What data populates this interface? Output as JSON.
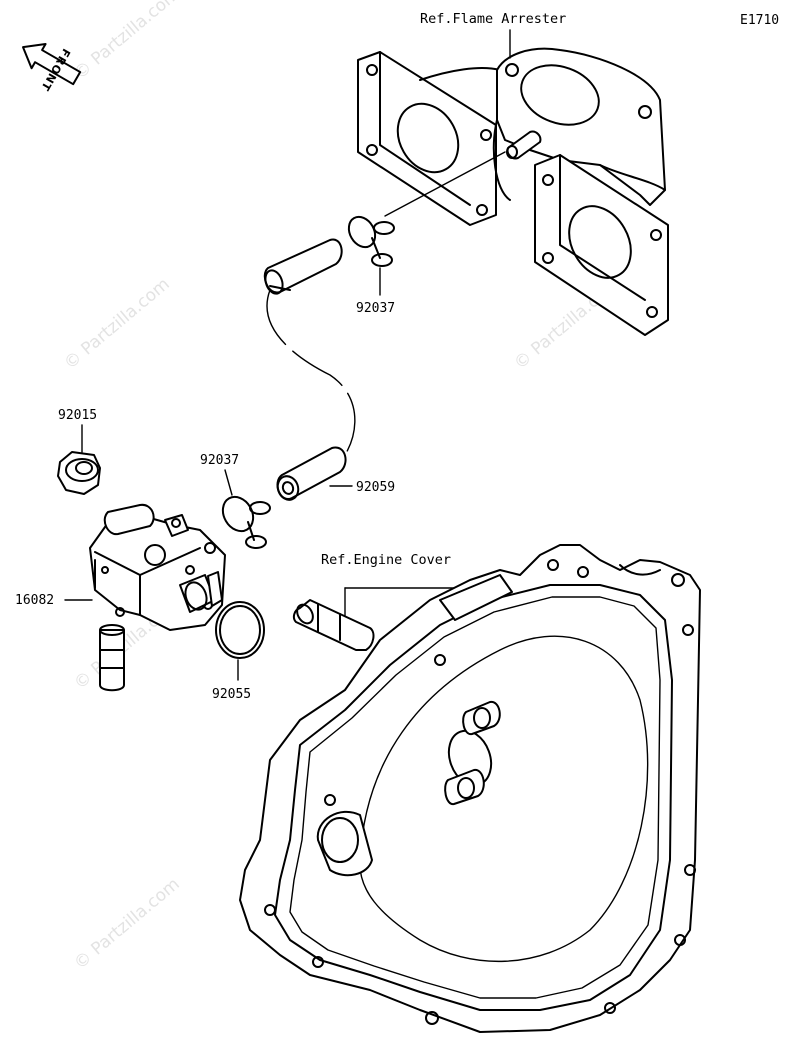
{
  "diagram_code": "E1710",
  "front_label": "FRONT",
  "watermark": "© Partzilla.com",
  "references": {
    "flame_arrester": "Ref.Flame Arrester",
    "engine_cover": "Ref.Engine Cover"
  },
  "parts": {
    "clamp_upper": "92037",
    "clamp_lower": "92037",
    "hose": "92059",
    "nut": "92015",
    "pump": "16082",
    "o_ring": "92055"
  }
}
